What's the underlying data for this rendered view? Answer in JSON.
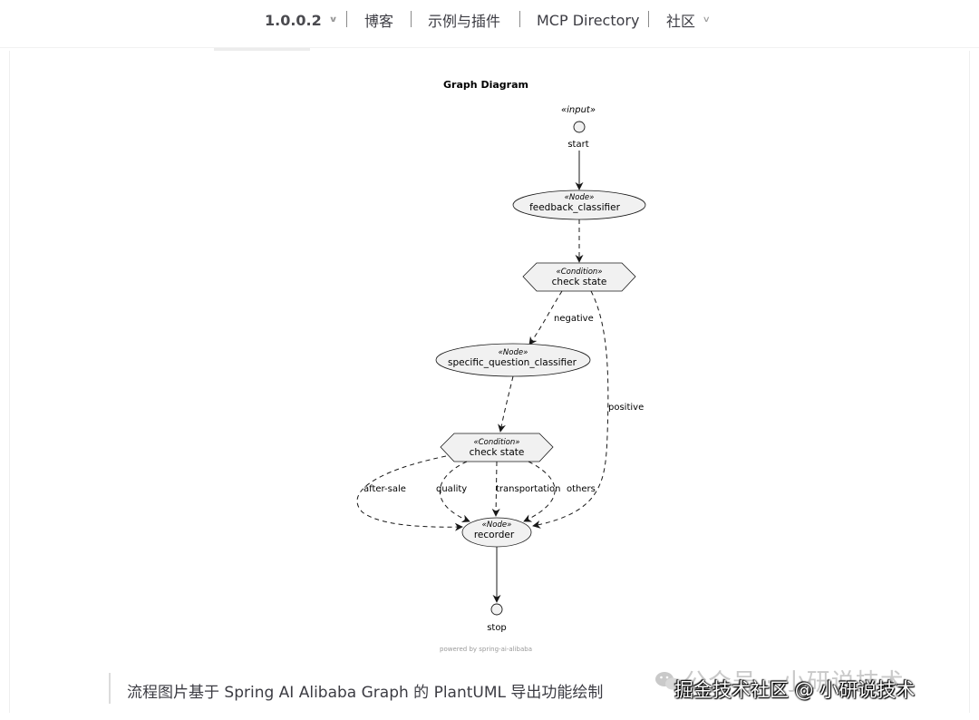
{
  "nav": {
    "items": [
      {
        "label": "1.0.0.2",
        "dropdown": true
      },
      {
        "label": "博客",
        "dropdown": false
      },
      {
        "label": "示例与插件",
        "dropdown": false
      },
      {
        "label": "MCP Directory",
        "dropdown": false
      },
      {
        "label": "社区",
        "dropdown": true
      }
    ]
  },
  "diagram": {
    "title": "Graph Diagram",
    "input_stereotype": "«input»",
    "start_label": "start",
    "nodes": [
      {
        "stereotype": "«Node»",
        "label": "feedback_classifier"
      },
      {
        "stereotype": "«Node»",
        "label": "specific_question_classifier"
      },
      {
        "stereotype": "«Node»",
        "label": "recorder"
      }
    ],
    "conditions": [
      {
        "stereotype": "«Condition»",
        "label": "check state"
      },
      {
        "stereotype": "«Condition»",
        "label": "check state"
      }
    ],
    "edge_labels": {
      "negative": "negative",
      "positive": "positive",
      "after_sale": "after-sale",
      "quality": "quality",
      "transportation": "transportation",
      "others": "others"
    },
    "stop_label": "stop",
    "footer": "powered by spring-ai-alibaba"
  },
  "caption": "流程图片基于 Spring AI Alibaba Graph 的 PlantUML 导出功能绘制",
  "watermark": {
    "faded_text": "公众号 · 小研说技术",
    "main_text": "掘金技术社区 @ 小研说技术"
  },
  "colors": {
    "node_fill": "#f1f1f1",
    "node_stroke": "#181818",
    "text": "#3c3c43"
  }
}
